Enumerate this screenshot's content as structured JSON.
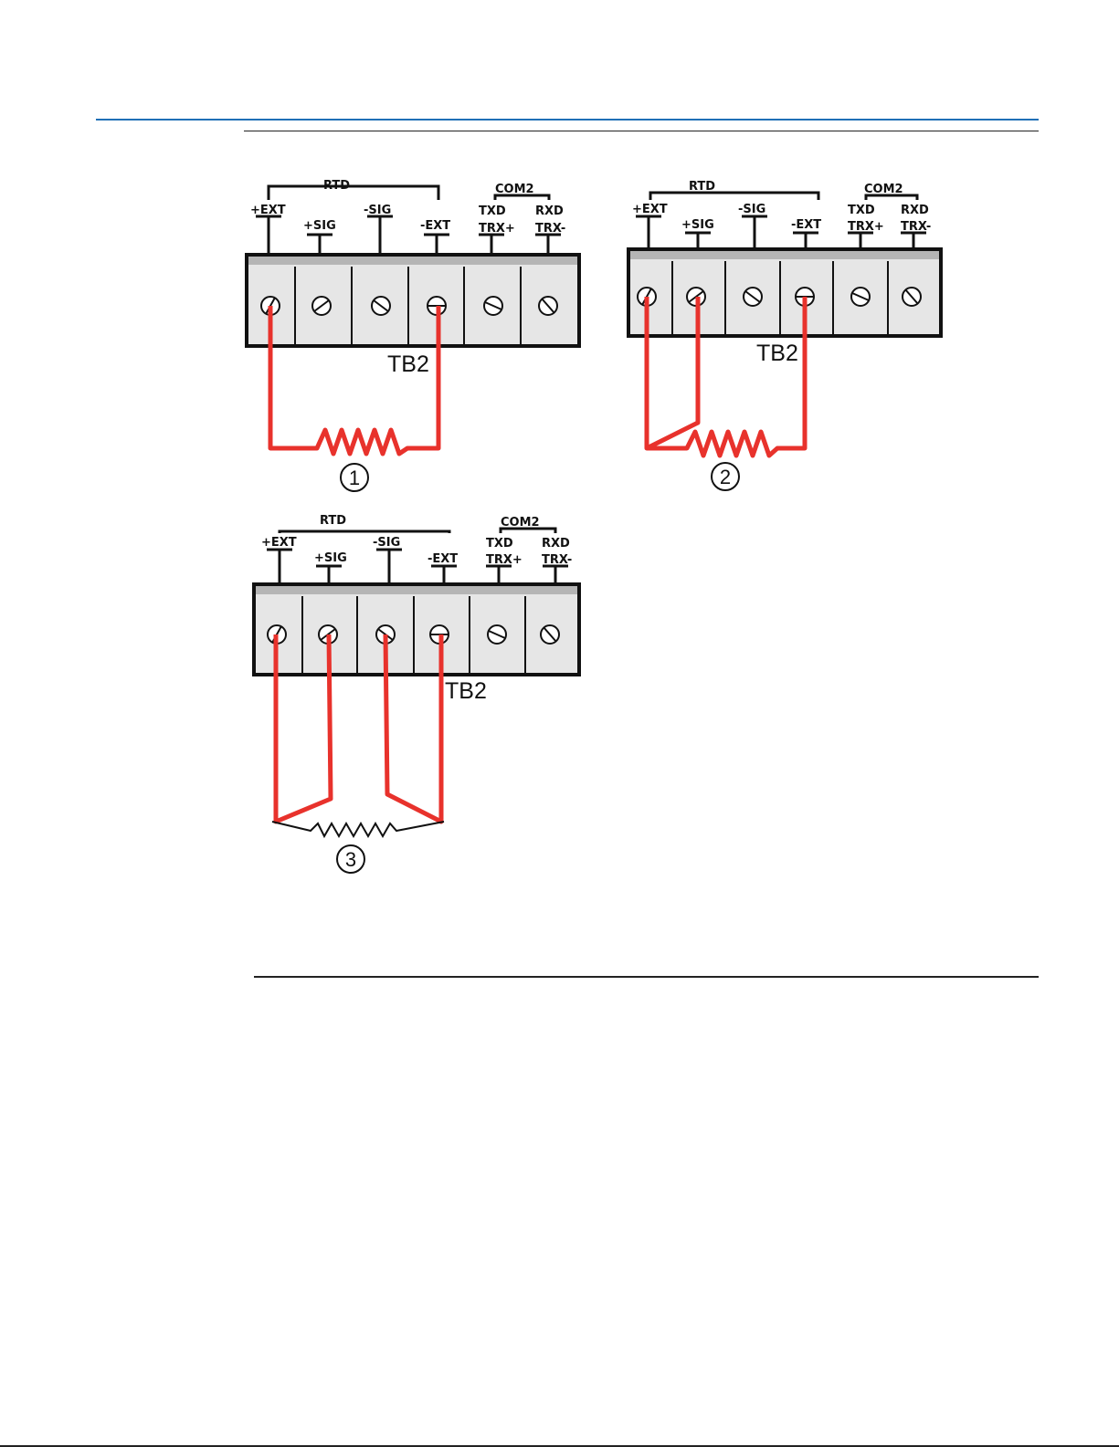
{
  "colors": {
    "wire": "#e8322c",
    "rule": "#1f6fb6",
    "terminal_fill": "#e6e6e6",
    "bar_fill": "#b5b5b5"
  },
  "labels": {
    "rtd": "RTD",
    "com2": "COM2",
    "pins": [
      "+EXT",
      "+SIG",
      "-SIG",
      "-EXT",
      "TXD",
      "RXD"
    ],
    "pins_alt": [
      "TRX+",
      "TRX-"
    ],
    "block": "TB2"
  },
  "diagrams": [
    {
      "number": "1",
      "wiring": "2-wire",
      "wired_terminals": [
        "+EXT",
        "-EXT"
      ]
    },
    {
      "number": "2",
      "wiring": "3-wire",
      "wired_terminals": [
        "+EXT",
        "+SIG",
        "-EXT"
      ]
    },
    {
      "number": "3",
      "wiring": "4-wire",
      "wired_terminals": [
        "+EXT",
        "+SIG",
        "-SIG",
        "-EXT"
      ]
    }
  ]
}
